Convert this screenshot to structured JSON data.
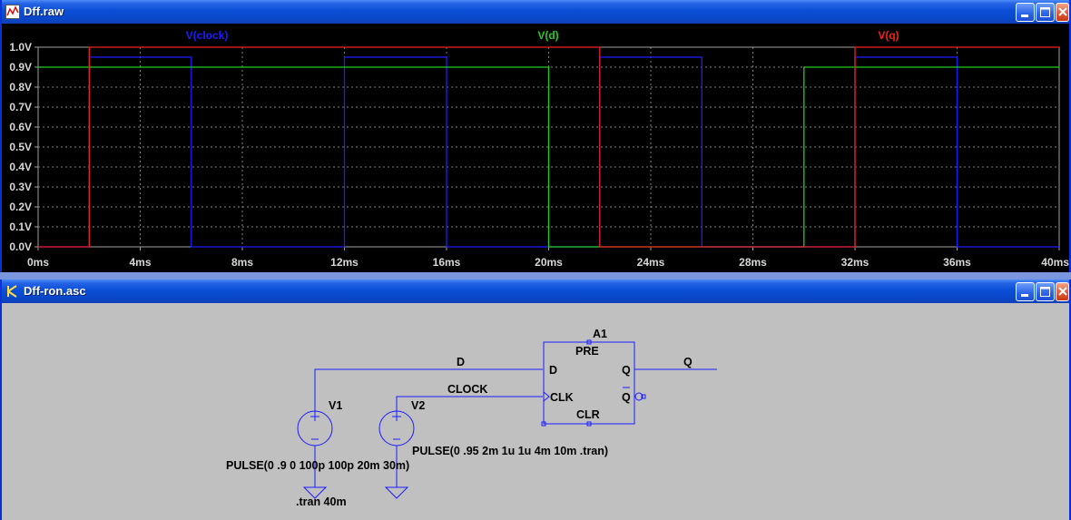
{
  "plot_window": {
    "title": "Dff.raw",
    "icon": "waveform-icon",
    "traces": [
      {
        "label": "V(clock)",
        "color": "#1c1cff"
      },
      {
        "label": "V(d)",
        "color": "#22cc22"
      },
      {
        "label": "V(q)",
        "color": "#ee2020"
      }
    ]
  },
  "chart_data": {
    "type": "line",
    "title": "",
    "xlabel": "",
    "ylabel": "",
    "xlim": [
      0,
      40
    ],
    "ylim": [
      0,
      1.0
    ],
    "x_ticks": [
      "0ms",
      "4ms",
      "8ms",
      "12ms",
      "16ms",
      "20ms",
      "24ms",
      "28ms",
      "32ms",
      "36ms",
      "40ms"
    ],
    "y_ticks": [
      "0.0V",
      "0.1V",
      "0.2V",
      "0.3V",
      "0.4V",
      "0.5V",
      "0.6V",
      "0.7V",
      "0.8V",
      "0.9V",
      "1.0V"
    ],
    "grid": true,
    "legend": "top",
    "series": [
      {
        "name": "V(clock)",
        "color": "#1c1cff",
        "x": [
          0,
          2,
          2,
          6,
          6,
          12,
          12,
          16,
          16,
          22,
          22,
          26,
          26,
          32,
          32,
          36,
          36,
          40
        ],
        "y": [
          0,
          0,
          0.95,
          0.95,
          0,
          0,
          0.95,
          0.95,
          0,
          0,
          0.95,
          0.95,
          0,
          0,
          0.95,
          0.95,
          0,
          0
        ]
      },
      {
        "name": "V(d)",
        "color": "#22cc22",
        "x": [
          0,
          20,
          20,
          30,
          30,
          40
        ],
        "y": [
          0.9,
          0.9,
          0,
          0,
          0.9,
          0.9
        ]
      },
      {
        "name": "V(q)",
        "color": "#ee2020",
        "x": [
          0,
          2,
          2,
          22,
          22,
          32,
          32,
          40
        ],
        "y": [
          0,
          0,
          1.0,
          1.0,
          0,
          0,
          1.0,
          1.0
        ]
      }
    ]
  },
  "schematic_window": {
    "title": "Dff-ron.asc",
    "icon": "schematic-icon",
    "labels": {
      "component": "A1",
      "pre": "PRE",
      "d_pin": "D",
      "q_pin": "Q",
      "clk_pin": "CLK",
      "qbar_pin": "Q",
      "clr": "CLR",
      "net_d": "D",
      "net_clock": "CLOCK",
      "net_q": "Q",
      "v1": "V1",
      "v2": "V2",
      "v1_value": "PULSE(0 .9 0 100p 100p 20m 30m)",
      "v2_value": "PULSE(0 .95 2m 1u 1u 4m 10m .tran)",
      "directive": ".tran 40m"
    }
  }
}
